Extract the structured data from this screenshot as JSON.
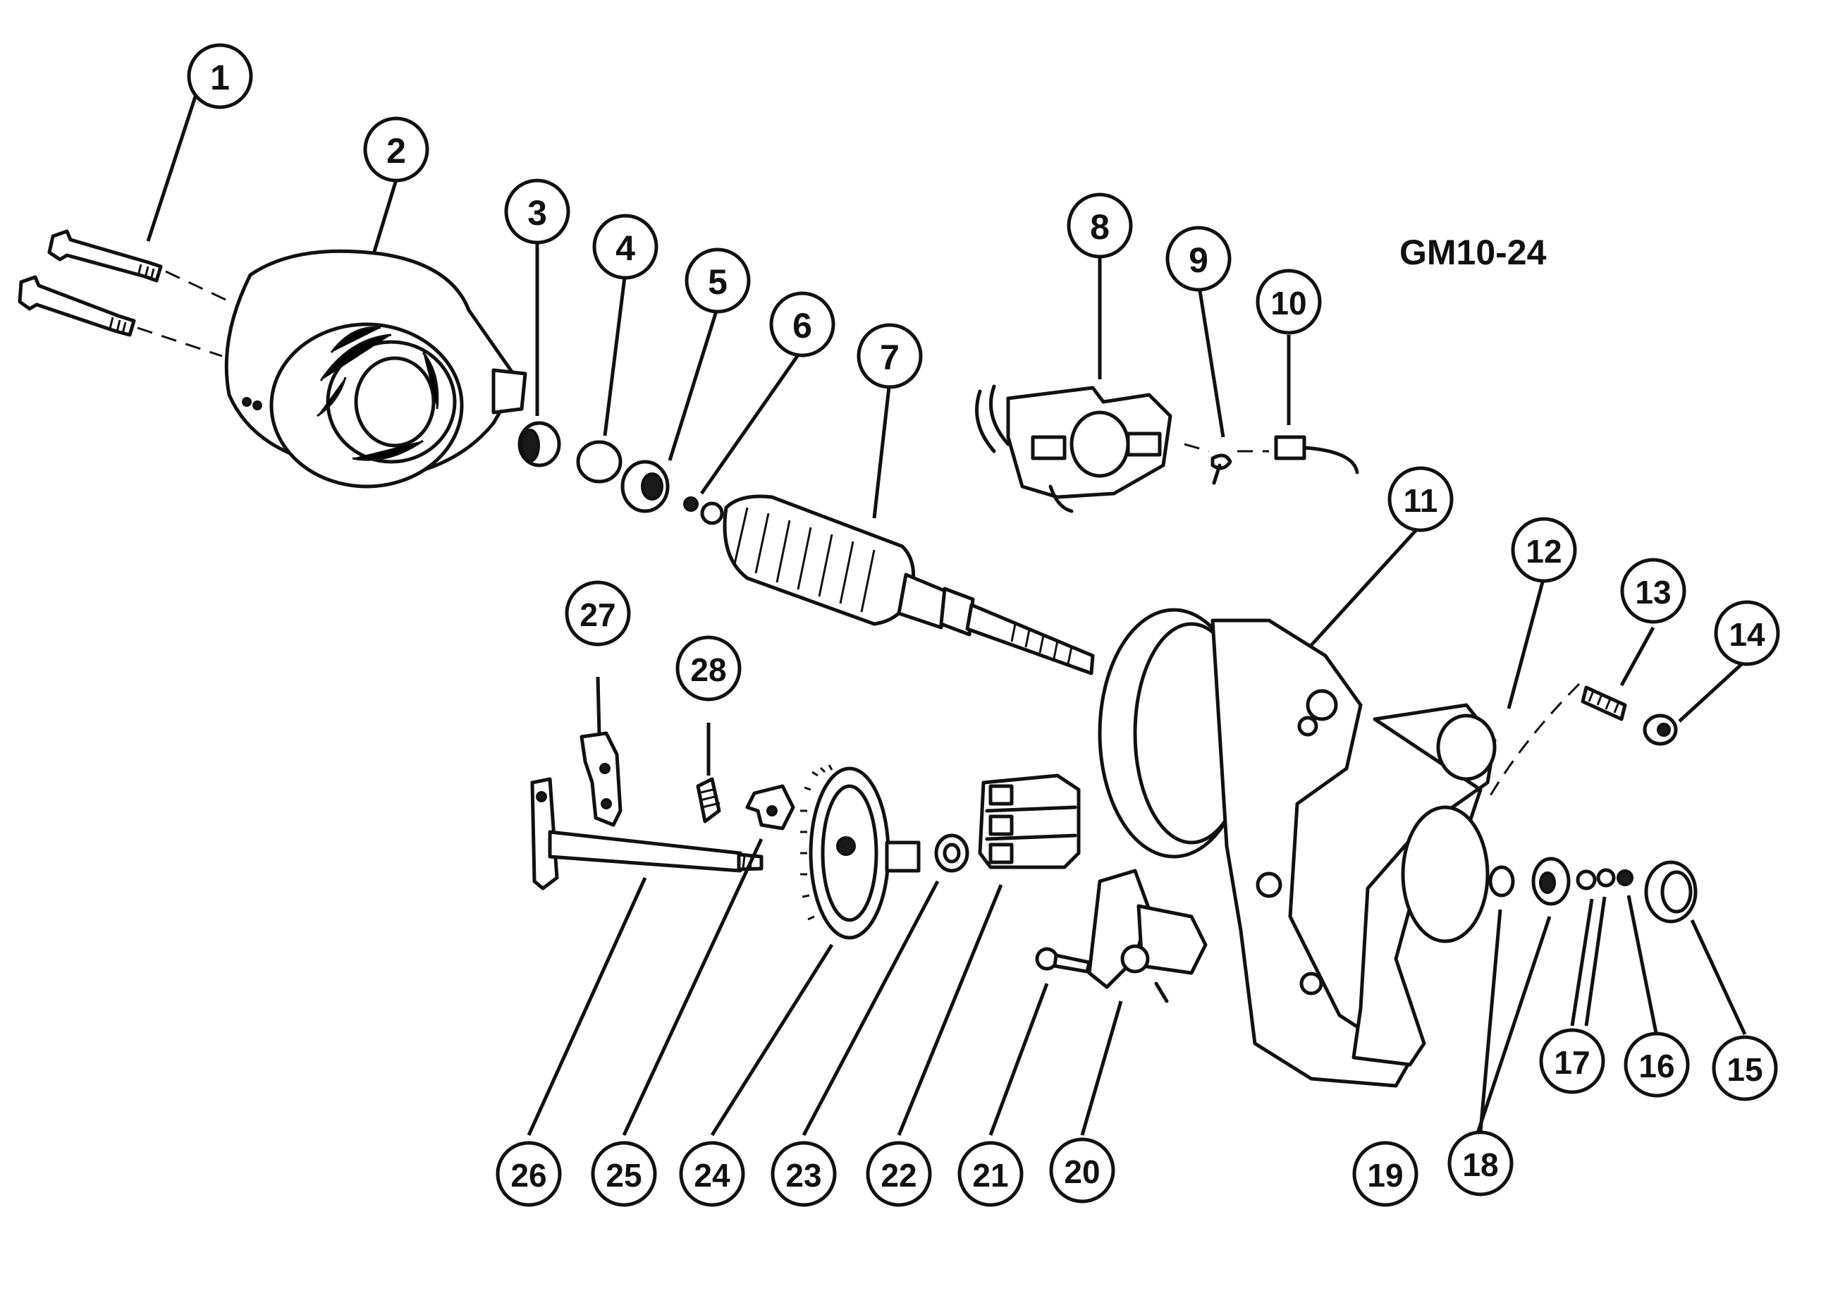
{
  "figure_id": "GM10-24",
  "callouts": [
    {
      "label": "1"
    },
    {
      "label": "2"
    },
    {
      "label": "3"
    },
    {
      "label": "4"
    },
    {
      "label": "5"
    },
    {
      "label": "6"
    },
    {
      "label": "7"
    },
    {
      "label": "8"
    },
    {
      "label": "9"
    },
    {
      "label": "10"
    },
    {
      "label": "11"
    },
    {
      "label": "12"
    },
    {
      "label": "13"
    },
    {
      "label": "14"
    },
    {
      "label": "15"
    },
    {
      "label": "16"
    },
    {
      "label": "17"
    },
    {
      "label": "18"
    },
    {
      "label": "19"
    },
    {
      "label": "20"
    },
    {
      "label": "21"
    },
    {
      "label": "22"
    },
    {
      "label": "23"
    },
    {
      "label": "24"
    },
    {
      "label": "25"
    },
    {
      "label": "26"
    },
    {
      "label": "27"
    },
    {
      "label": "28"
    }
  ],
  "colors": {
    "ink": "#111111",
    "paper": "#ffffff"
  }
}
